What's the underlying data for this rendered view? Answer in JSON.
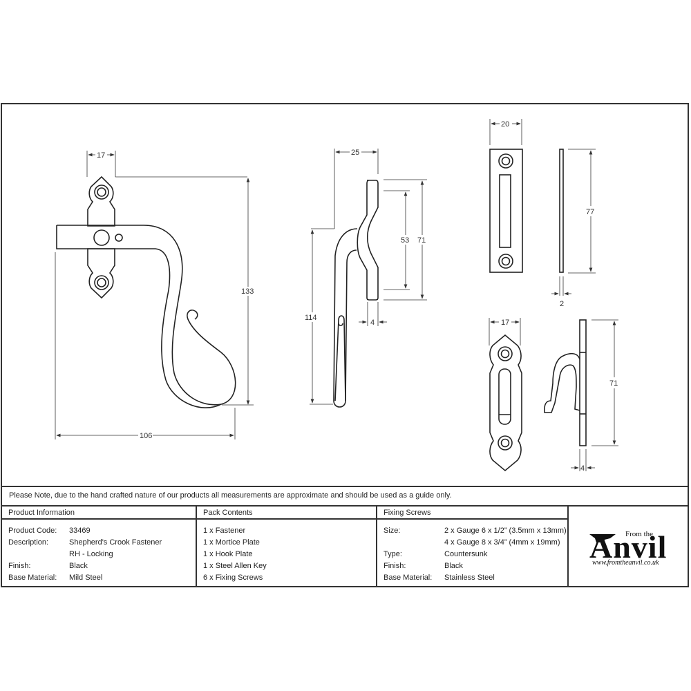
{
  "drawing": {
    "fastener_front": {
      "width_top": "17",
      "height": "133",
      "width_total": "106"
    },
    "fastener_side": {
      "depth": "25",
      "height": "114",
      "plate_outer": "71",
      "plate_inner": "53",
      "thickness": "4"
    },
    "mortice_plate": {
      "width": "20",
      "height": "77",
      "thickness": "2"
    },
    "hook_plate": {
      "width": "17",
      "height": "71",
      "thickness": "4"
    }
  },
  "note": "Please Note, due to the hand crafted nature of our products all measurements are approximate and should be used as a guide only.",
  "product_information": {
    "header": "Product Information",
    "rows": [
      {
        "key": "Product Code:",
        "value": "33469"
      },
      {
        "key": "Description:",
        "value": "Shepherd's Crook Fastener"
      },
      {
        "key": "",
        "value": "RH - Locking"
      },
      {
        "key": "Finish:",
        "value": "Black"
      },
      {
        "key": "Base Material:",
        "value": "Mild Steel"
      }
    ]
  },
  "pack_contents": {
    "header": "Pack Contents",
    "items": [
      "1 x Fastener",
      "1 x Mortice Plate",
      "1 x Hook Plate",
      "1 x Steel Allen Key",
      "6 x Fixing Screws"
    ]
  },
  "fixing_screws": {
    "header": "Fixing Screws",
    "rows": [
      {
        "key": "Size:",
        "value": "2 x Gauge 6 x 1/2” (3.5mm x 13mm)"
      },
      {
        "key": "",
        "value": "4 x Gauge 8 x 3/4” (4mm x 19mm)"
      },
      {
        "key": "Type:",
        "value": "Countersunk"
      },
      {
        "key": "Finish:",
        "value": "Black"
      },
      {
        "key": "Base Material:",
        "value": "Stainless Steel"
      }
    ]
  },
  "logo": {
    "from": "From the",
    "name": "Anvil",
    "url": "www.fromtheanvil.co.uk"
  }
}
